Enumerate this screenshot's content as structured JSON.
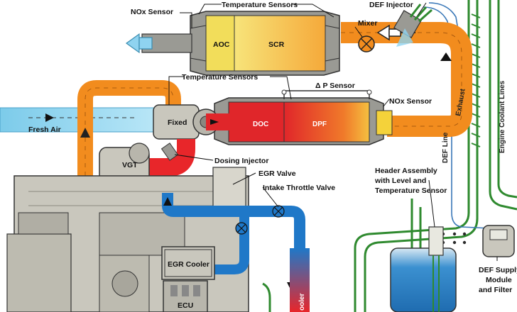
{
  "labels": {
    "nox_sensor_top": "NOx Sensor",
    "temp_sensors_top": "Temperature Sensors",
    "def_injector": "DEF Injector",
    "mixer": "Mixer",
    "aoc": "AOC",
    "scr": "SCR",
    "temp_sensors_mid": "Temperature Sensors",
    "delta_p": "Δ P Sensor",
    "nox_sensor_mid": "NOx Sensor",
    "exhaust": "Exhaust",
    "fresh_air": "Fresh Air",
    "fixed": "Fixed",
    "doc": "DOC",
    "dpf": "DPF",
    "vgt": "VGT",
    "dosing_injector": "Dosing Injector",
    "egr_valve": "EGR Valve",
    "intake_throttle": "Intake Throttle Valve",
    "def_line": "DEF Line",
    "coolant_lines": "Engine Coolant Lines",
    "header_assembly_1": "Header Assembly",
    "header_assembly_2": "with Level and",
    "header_assembly_3": "Temperature Sensor",
    "egr_cooler": "EGR Cooler",
    "ecu": "ECU",
    "cooler_partial": "ooler",
    "def_supply_1": "DEF Supply",
    "def_supply_2": "Module",
    "def_supply_3": "and Filter"
  },
  "colors": {
    "hot_red": "#e8262a",
    "orange": "#f28c1e",
    "yellow": "#f4d23a",
    "blue": "#1f78c8",
    "light_blue": "#8fd3f0",
    "coolant_green": "#2f8a2f",
    "engine_gray": "#c9c7bd",
    "dark": "#222222"
  },
  "icons": {
    "flow_arrow": "arrow-right-icon"
  }
}
